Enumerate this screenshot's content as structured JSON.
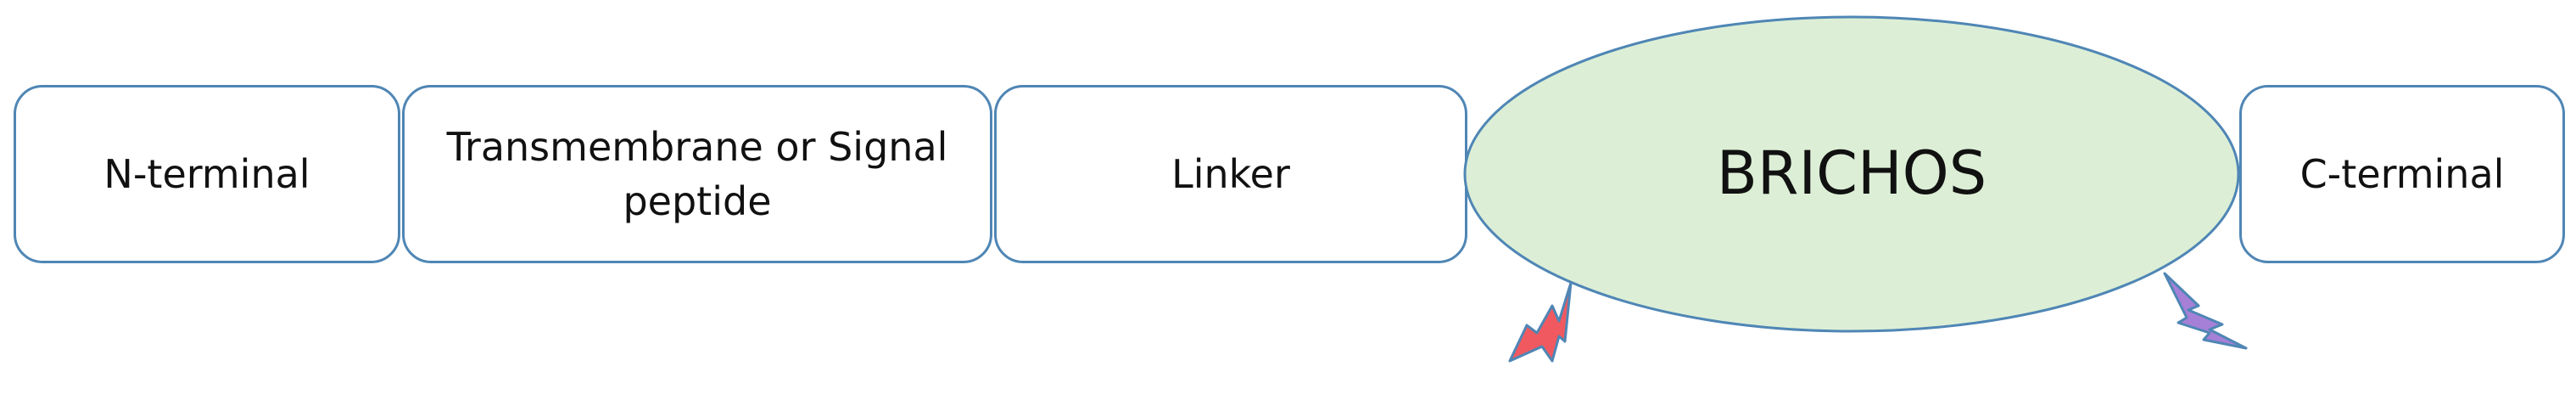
{
  "domains": {
    "n_terminal": "N-terminal",
    "transmembrane": "Transmembrane or Signal peptide",
    "linker": "Linker",
    "brichos": "BRICHOS",
    "c_terminal": "C-terminal"
  },
  "colors": {
    "box_border": "#4f86b5",
    "brichos_fill": "#dcefd6",
    "bolt_left": "#f0595f",
    "bolt_right": "#a580d6",
    "bolt_outline": "#4f86b5"
  }
}
